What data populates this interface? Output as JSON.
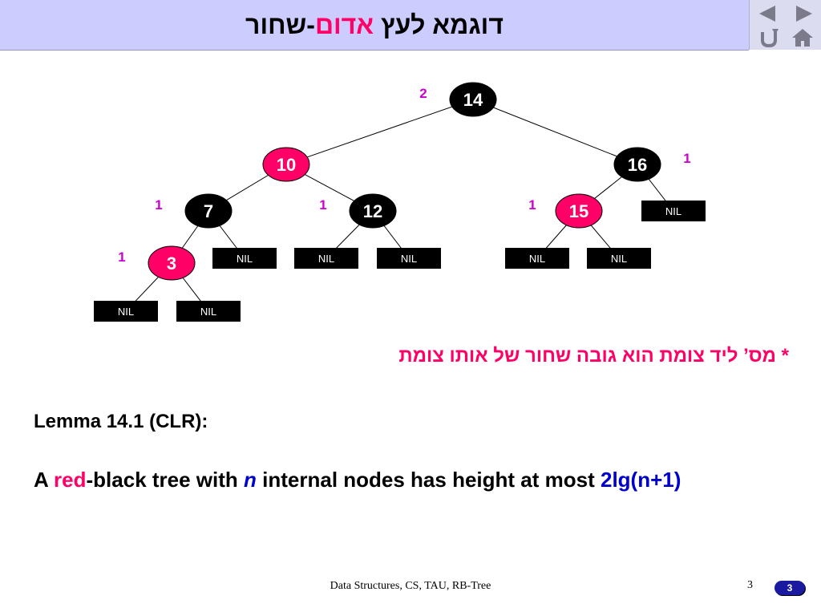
{
  "title": {
    "prefix": "דוגמא לעץ ",
    "red_word": "אדום",
    "suffix": "-שחור"
  },
  "colors": {
    "accent": "#ff0066",
    "node_black": "#000000",
    "node_red": "#ff0066",
    "bh_label": "#cc00cc",
    "title_bg": "#ccccff",
    "blue": "#0000cc"
  },
  "nav": {
    "items": [
      {
        "icon": "prev-arrow-icon"
      },
      {
        "icon": "next-arrow-icon"
      },
      {
        "icon": "return-icon"
      },
      {
        "icon": "home-icon"
      }
    ]
  },
  "tree": {
    "nodes": [
      {
        "id": "n14",
        "key": "14",
        "color": "black",
        "bh": "2"
      },
      {
        "id": "n10",
        "key": "10",
        "color": "red",
        "bh": ""
      },
      {
        "id": "n16",
        "key": "16",
        "color": "black",
        "bh": "1"
      },
      {
        "id": "n7",
        "key": "7",
        "color": "black",
        "bh": "1"
      },
      {
        "id": "n12",
        "key": "12",
        "color": "black",
        "bh": "1"
      },
      {
        "id": "n15",
        "key": "15",
        "color": "red",
        "bh": "1"
      },
      {
        "id": "n3",
        "key": "3",
        "color": "red",
        "bh": "1"
      }
    ],
    "nil_label": "NIL",
    "nils": [
      "nil16r",
      "nil7r",
      "nil12l",
      "nil12r",
      "nil15l",
      "nil15r",
      "nil3l",
      "nil3r"
    ],
    "edges": [
      [
        "n14",
        "n10"
      ],
      [
        "n14",
        "n16"
      ],
      [
        "n10",
        "n7"
      ],
      [
        "n10",
        "n12"
      ],
      [
        "n16",
        "n15"
      ],
      [
        "n16",
        "nil16r"
      ],
      [
        "n7",
        "n3"
      ],
      [
        "n7",
        "nil7r"
      ],
      [
        "n12",
        "nil12l"
      ],
      [
        "n12",
        "nil12r"
      ],
      [
        "n15",
        "nil15l"
      ],
      [
        "n15",
        "nil15r"
      ],
      [
        "n3",
        "nil3l"
      ],
      [
        "n3",
        "nil3r"
      ]
    ]
  },
  "note": "* מס’ ליד צומת הוא גובה שחור של אותו צומת",
  "lemma": {
    "title": "Lemma 14.1 (CLR):",
    "part1": "A ",
    "part_red": "red",
    "part2": "-black tree with ",
    "part_n": "n",
    "part3": " internal nodes has height at most ",
    "part_formula": "2lg(n+1)"
  },
  "footer": {
    "text": "Data Structures, CS, TAU, RB-Tree",
    "page": "3",
    "badge": "3"
  }
}
